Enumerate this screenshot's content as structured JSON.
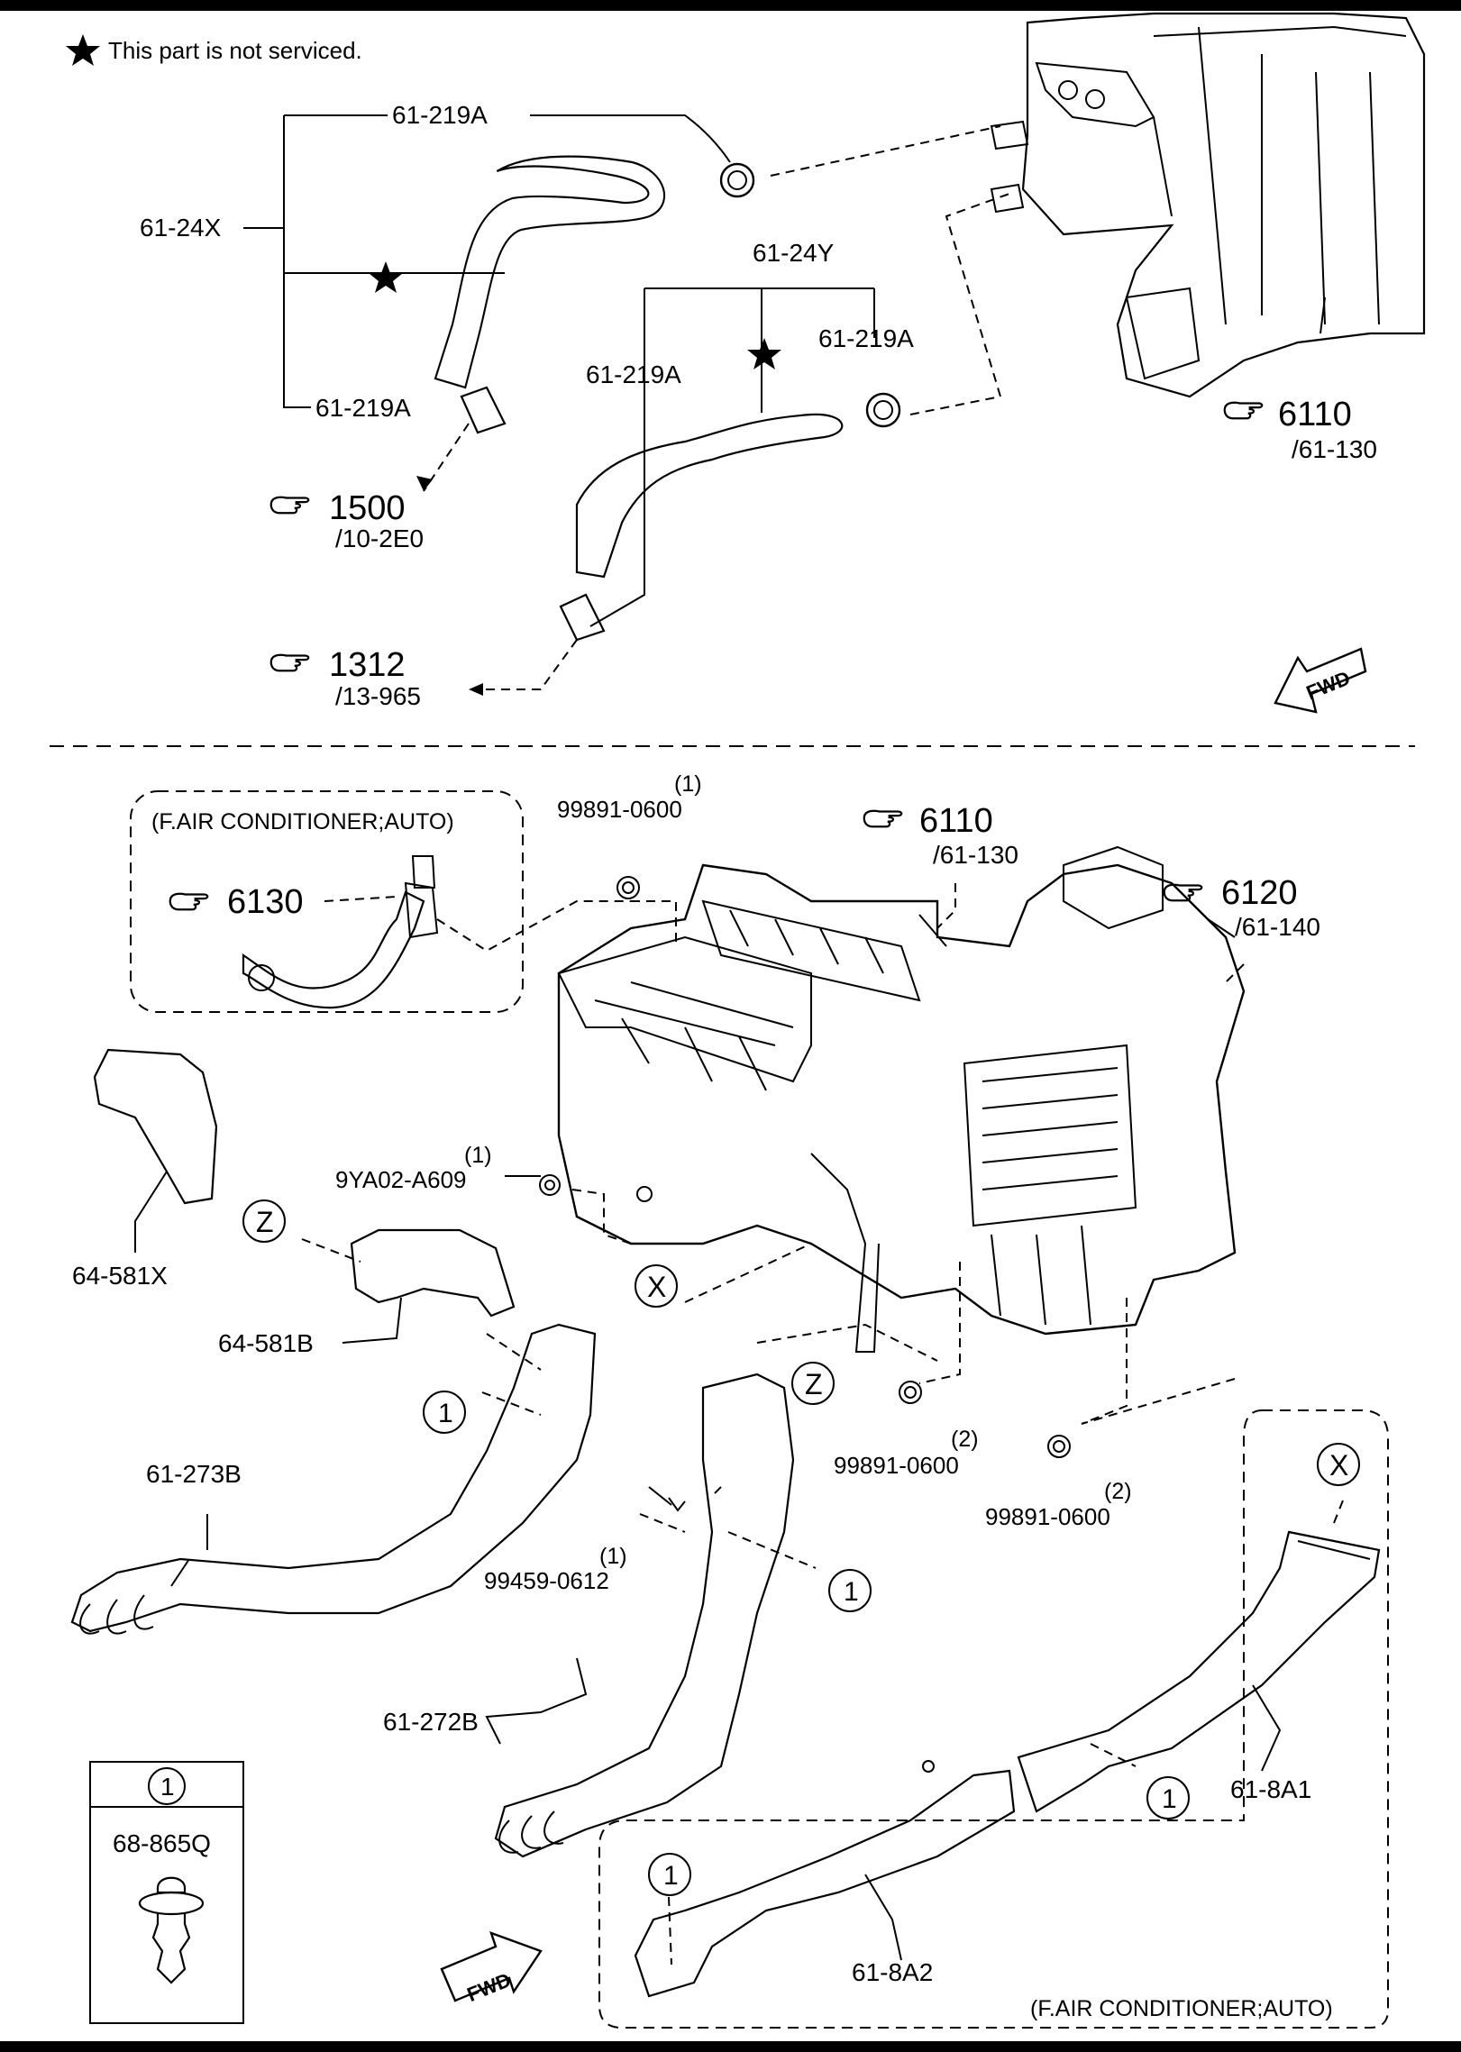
{
  "note": "This part is not serviced.",
  "top_section": {
    "labels": {
      "hose_assy_1": "61-24X",
      "hose_assy_2": "61-24Y",
      "clamp_a": "61-219A",
      "clamp_b": "61-219A",
      "clamp_c": "61-219A",
      "clamp_d": "61-219A"
    },
    "refs": [
      {
        "num": "6110",
        "sub": "/61-130"
      },
      {
        "num": "1500",
        "sub": "/10-2E0"
      },
      {
        "num": "1312",
        "sub": "/13-965"
      }
    ],
    "fwd": "FWD"
  },
  "bottom_section": {
    "group_label_top": "(F.AIR CONDITIONER;AUTO)",
    "group_label_bottom": "(F.AIR CONDITIONER;AUTO)",
    "refs": [
      {
        "num": "6130",
        "sub": ""
      },
      {
        "num": "6110",
        "sub": "/61-130"
      },
      {
        "num": "6120",
        "sub": "/61-140"
      }
    ],
    "parts": {
      "bolt_top": {
        "qty": "(1)",
        "num": "99891-0600"
      },
      "nut_mid": {
        "qty": "(1)",
        "num": "9YA02-A609"
      },
      "nut_low_a": {
        "qty": "(2)",
        "num": "99891-0600"
      },
      "nut_low_b": {
        "qty": "(2)",
        "num": "99891-0600"
      },
      "screw": {
        "qty": "(1)",
        "num": "99459-0612"
      },
      "duct_rear_l": "64-581X",
      "duct_rear_b": "64-581B",
      "duct_273": "61-273B",
      "duct_272": "61-272B",
      "duct_8a1": "61-8A1",
      "duct_8a2": "61-8A2"
    },
    "callouts": {
      "one": "1",
      "x": "X",
      "z": "Z"
    },
    "legend": {
      "num": "1",
      "part": "68-865Q"
    },
    "fwd": "FWD"
  }
}
